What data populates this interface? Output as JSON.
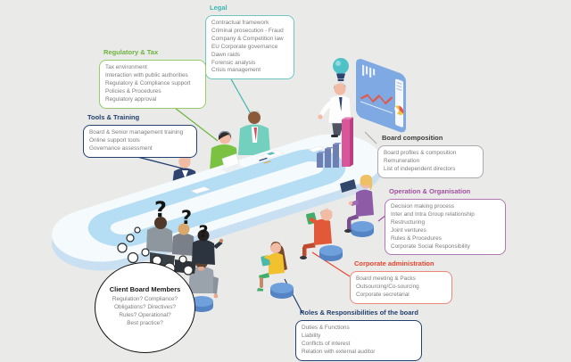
{
  "background_color": "#EAEAE9",
  "boxes": {
    "legal": {
      "title": "Legal",
      "title_color": "#3FB5AE",
      "border_color": "#6FC6C1",
      "items": [
        "Contractual framework",
        "Criminal prosecution - Fraud",
        "Company & Competition law",
        "EU Corporate governance",
        "Dawn raids",
        "Forensic analysis",
        "Crisis management"
      ]
    },
    "regulatory_tax": {
      "title": "Regulatory & Tax",
      "title_color": "#6CB33F",
      "border_color": "#97CB6B",
      "items": [
        "Tax environment",
        "Interaction with public authorities",
        "Regulatory & Compliance support",
        "Policies & Procedures",
        "Regulatory approval"
      ]
    },
    "tools_training": {
      "title": "Tools & Training",
      "title_color": "#24406E",
      "border_color": "#24406E",
      "items": [
        "Board & Senior management training",
        "Online support tools",
        "Governance assessment"
      ]
    },
    "board_composition": {
      "title": "Board composition",
      "title_color": "#3C3C3B",
      "border_color": "#ABABAB",
      "items": [
        "Board profiles & composition",
        "Remuneration",
        "List of independent directors"
      ]
    },
    "operation_organisation": {
      "title": "Operation & Organisation",
      "title_color": "#A0519F",
      "border_color": "#B078B3",
      "items": [
        "Decision making process",
        "Inter and Intra Group relationship",
        "Restructuring",
        "Joint ventures",
        "Rules & Procedures",
        "Corporate Social Responsibility"
      ]
    },
    "corporate_administration": {
      "title": "Corporate administration",
      "title_color": "#E8432E",
      "border_color": "#E8897B",
      "items": [
        "Board meeting & Packs",
        "Outsourcing/Co-sourcing",
        "Corporate secretarial"
      ]
    },
    "roles_responsibilities": {
      "title": "Roles & Responsibilities of the board",
      "title_color": "#24406E",
      "border_color": "#24406E",
      "items": [
        "Duties & Functions",
        "Liability",
        "Conflicts of interest",
        "Relation with external auditor"
      ]
    },
    "client_board_members": {
      "title": "Client Board Members",
      "title_color": "#1A1A1A",
      "border_color": "#111111",
      "items": [
        "Regulation? Compliance?",
        "Obligations? Directives?",
        "Rules? Operational?",
        "Best practice?"
      ]
    }
  },
  "scene": {
    "question_marks": [
      "?",
      "?",
      "?"
    ],
    "table_color": "#B5DDF3",
    "table_top_color": "#F5FAFD",
    "stool_color": "#6FA0DC",
    "board_color": "#7FA9E2",
    "lightbulb_color": "#4FC2C8",
    "bar_pink_color": "#D9569B",
    "bar_blue_color": "#6F7FB2"
  }
}
